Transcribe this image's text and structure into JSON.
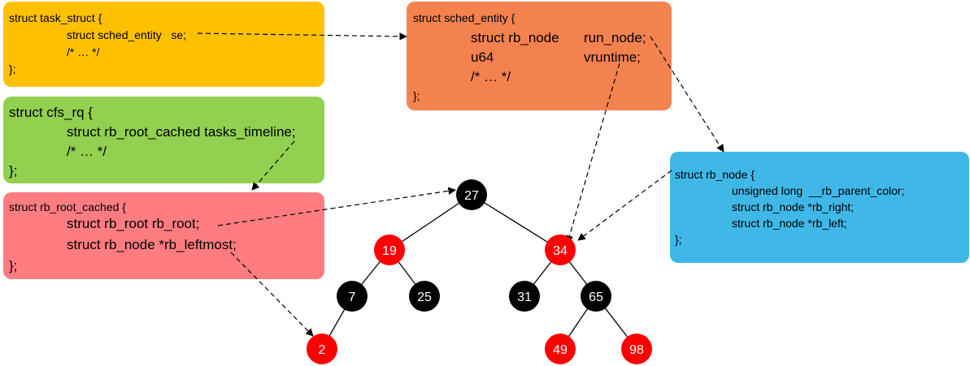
{
  "colors": {
    "task_struct": "#ffc000",
    "sched_entity": "#f4824f",
    "cfs_rq": "#92d050",
    "rb_root_cached": "#ff7c80",
    "rb_node": "#3fb8e8",
    "red_node": "#ff0000",
    "black_node": "#000000"
  },
  "boxes": {
    "task_struct": [
      "struct task_struct {",
      "struct sched_entity   se;",
      "/* … */",
      "};"
    ],
    "sched_entity": [
      "struct sched_entity {",
      "struct rb_node",
      "run_node;",
      "u64",
      "vruntime;",
      "/* … */",
      "};"
    ],
    "cfs_rq": [
      "struct cfs_rq {",
      "struct rb_root_cached tasks_timeline;",
      "/* … */",
      "};"
    ],
    "rb_root_cached": [
      "struct rb_root_cached {",
      "struct rb_root rb_root;",
      "struct rb_node *rb_leftmost;",
      "};"
    ],
    "rb_node": [
      "struct rb_node {",
      "unsigned long  __rb_parent_color;",
      "struct rb_node *rb_right;",
      "struct rb_node *rb_left;",
      "};"
    ]
  },
  "tree": {
    "nodes": [
      {
        "label": "27",
        "color": "black"
      },
      {
        "label": "19",
        "color": "red"
      },
      {
        "label": "34",
        "color": "red"
      },
      {
        "label": "7",
        "color": "black"
      },
      {
        "label": "25",
        "color": "black"
      },
      {
        "label": "31",
        "color": "black"
      },
      {
        "label": "65",
        "color": "black"
      },
      {
        "label": "2",
        "color": "red"
      },
      {
        "label": "49",
        "color": "red"
      },
      {
        "label": "98",
        "color": "red"
      }
    ],
    "edges": [
      [
        "27",
        "19"
      ],
      [
        "27",
        "34"
      ],
      [
        "19",
        "7"
      ],
      [
        "19",
        "25"
      ],
      [
        "34",
        "31"
      ],
      [
        "34",
        "65"
      ],
      [
        "7",
        "2"
      ],
      [
        "65",
        "49"
      ],
      [
        "65",
        "98"
      ]
    ]
  }
}
